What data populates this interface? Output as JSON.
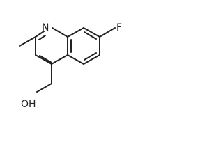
{
  "structure": {
    "atoms": {
      "nitrogen": "N",
      "fluorine": "F",
      "hydroxyl": "OH"
    },
    "colors": {
      "ink": "#222222",
      "background": "#ffffff"
    }
  }
}
